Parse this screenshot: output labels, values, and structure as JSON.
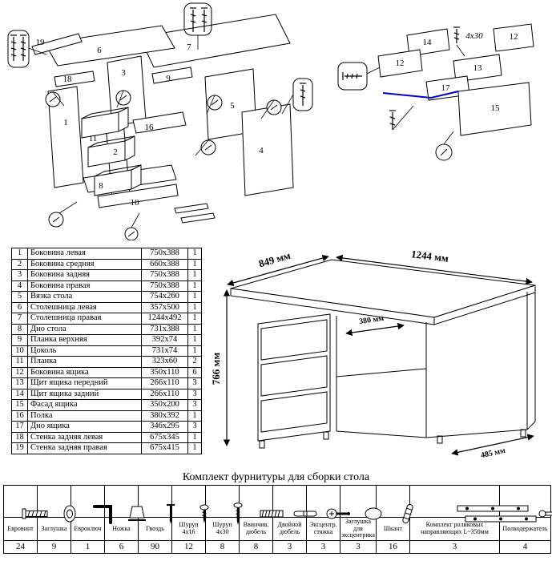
{
  "colors": {
    "accent_blue": "#0000cc",
    "line": "#000000"
  },
  "main_diagram": {
    "labels": {
      "l1": "1",
      "l2": "2",
      "l3": "3",
      "l4": "4",
      "l5": "5",
      "l6": "6",
      "l7": "7",
      "l8": "8",
      "l9": "9",
      "l10": "10",
      "l11": "11",
      "l16": "16",
      "l18": "18",
      "l19": "19"
    }
  },
  "drawer_diagram": {
    "labels": {
      "l12a": "12",
      "l12b": "12",
      "l13": "13",
      "l14": "14",
      "l15": "15",
      "l17": "17"
    },
    "screw_note": "4x30"
  },
  "assembled_view": {
    "dim_width_left": "849 мм",
    "dim_width_right": "1244 мм",
    "dim_height": "766 мм",
    "dim_inner": "380 мм",
    "dim_depth": "485 мм"
  },
  "parts_table": {
    "rows": [
      {
        "num": "1",
        "name": "Боковина левая",
        "size": "750x388",
        "qty": "1"
      },
      {
        "num": "2",
        "name": "Боковина средняя",
        "size": "660x388",
        "qty": "1"
      },
      {
        "num": "3",
        "name": "Боковина задняя",
        "size": "750x388",
        "qty": "1"
      },
      {
        "num": "4",
        "name": "Боковина правая",
        "size": "750x388",
        "qty": "1"
      },
      {
        "num": "5",
        "name": "Вязка стола",
        "size": "754x260",
        "qty": "1"
      },
      {
        "num": "6",
        "name": "Столешница левая",
        "size": "357x500",
        "qty": "1"
      },
      {
        "num": "7",
        "name": "Столешница правая",
        "size": "1244x492",
        "qty": "1"
      },
      {
        "num": "8",
        "name": "Дно стола",
        "size": "731x388",
        "qty": "1"
      },
      {
        "num": "9",
        "name": "Планка верхняя",
        "size": "392x74",
        "qty": "1"
      },
      {
        "num": "10",
        "name": "Цоколь",
        "size": "731x74",
        "qty": "1"
      },
      {
        "num": "11",
        "name": "Планка",
        "size": "323x60",
        "qty": "2"
      },
      {
        "num": "12",
        "name": "Боковина ящика",
        "size": "350x110",
        "qty": "6"
      },
      {
        "num": "13",
        "name": "Щит ящика передний",
        "size": "266x110",
        "qty": "3"
      },
      {
        "num": "14",
        "name": "Щит ящика задний",
        "size": "266x110",
        "qty": "3"
      },
      {
        "num": "15",
        "name": "Фасад ящика",
        "size": "350x200",
        "qty": "3"
      },
      {
        "num": "16",
        "name": "Полка",
        "size": "380x392",
        "qty": "1"
      },
      {
        "num": "17",
        "name": "Дно ящика",
        "size": "346x295",
        "qty": "3"
      },
      {
        "num": "18",
        "name": "Стенка задняя левая",
        "size": "675x345",
        "qty": "1"
      },
      {
        "num": "19",
        "name": "Стенка задняя правая",
        "size": "675x415",
        "qty": "1"
      }
    ]
  },
  "hardware": {
    "title": "Комплект фурнитуры для сборки стола",
    "items": [
      {
        "name": "Евровинт",
        "qty": "24",
        "icon": "euro-screw"
      },
      {
        "name": "Заглушка",
        "qty": "9",
        "icon": "cap"
      },
      {
        "name": "Евроключ",
        "qty": "1",
        "icon": "hex-key"
      },
      {
        "name": "Ножка",
        "qty": "6",
        "icon": "foot"
      },
      {
        "name": "Гвоздь",
        "qty": "90",
        "icon": "nail"
      },
      {
        "name": "Шуруп 4x16",
        "qty": "12",
        "icon": "screw-small"
      },
      {
        "name": "Шуруп 4x30",
        "qty": "8",
        "icon": "screw-large"
      },
      {
        "name": "Ввинчив. дюбель",
        "qty": "8",
        "icon": "threaded-dowel"
      },
      {
        "name": "Двойной дюбель",
        "qty": "3",
        "icon": "double-dowel"
      },
      {
        "name": "Эксцентр. стяжка",
        "qty": "3",
        "icon": "cam-bolt"
      },
      {
        "name": "Заглушка для эксцентрика",
        "qty": "3",
        "icon": "cam-cap"
      },
      {
        "name": "Шкант",
        "qty": "16",
        "icon": "dowel"
      },
      {
        "name": "Комплект роликовых направляющих L~350мм",
        "qty": "3",
        "icon": "drawer-slides"
      },
      {
        "name": "Полкодержатель",
        "qty": "4",
        "icon": "shelf-pin"
      }
    ]
  }
}
